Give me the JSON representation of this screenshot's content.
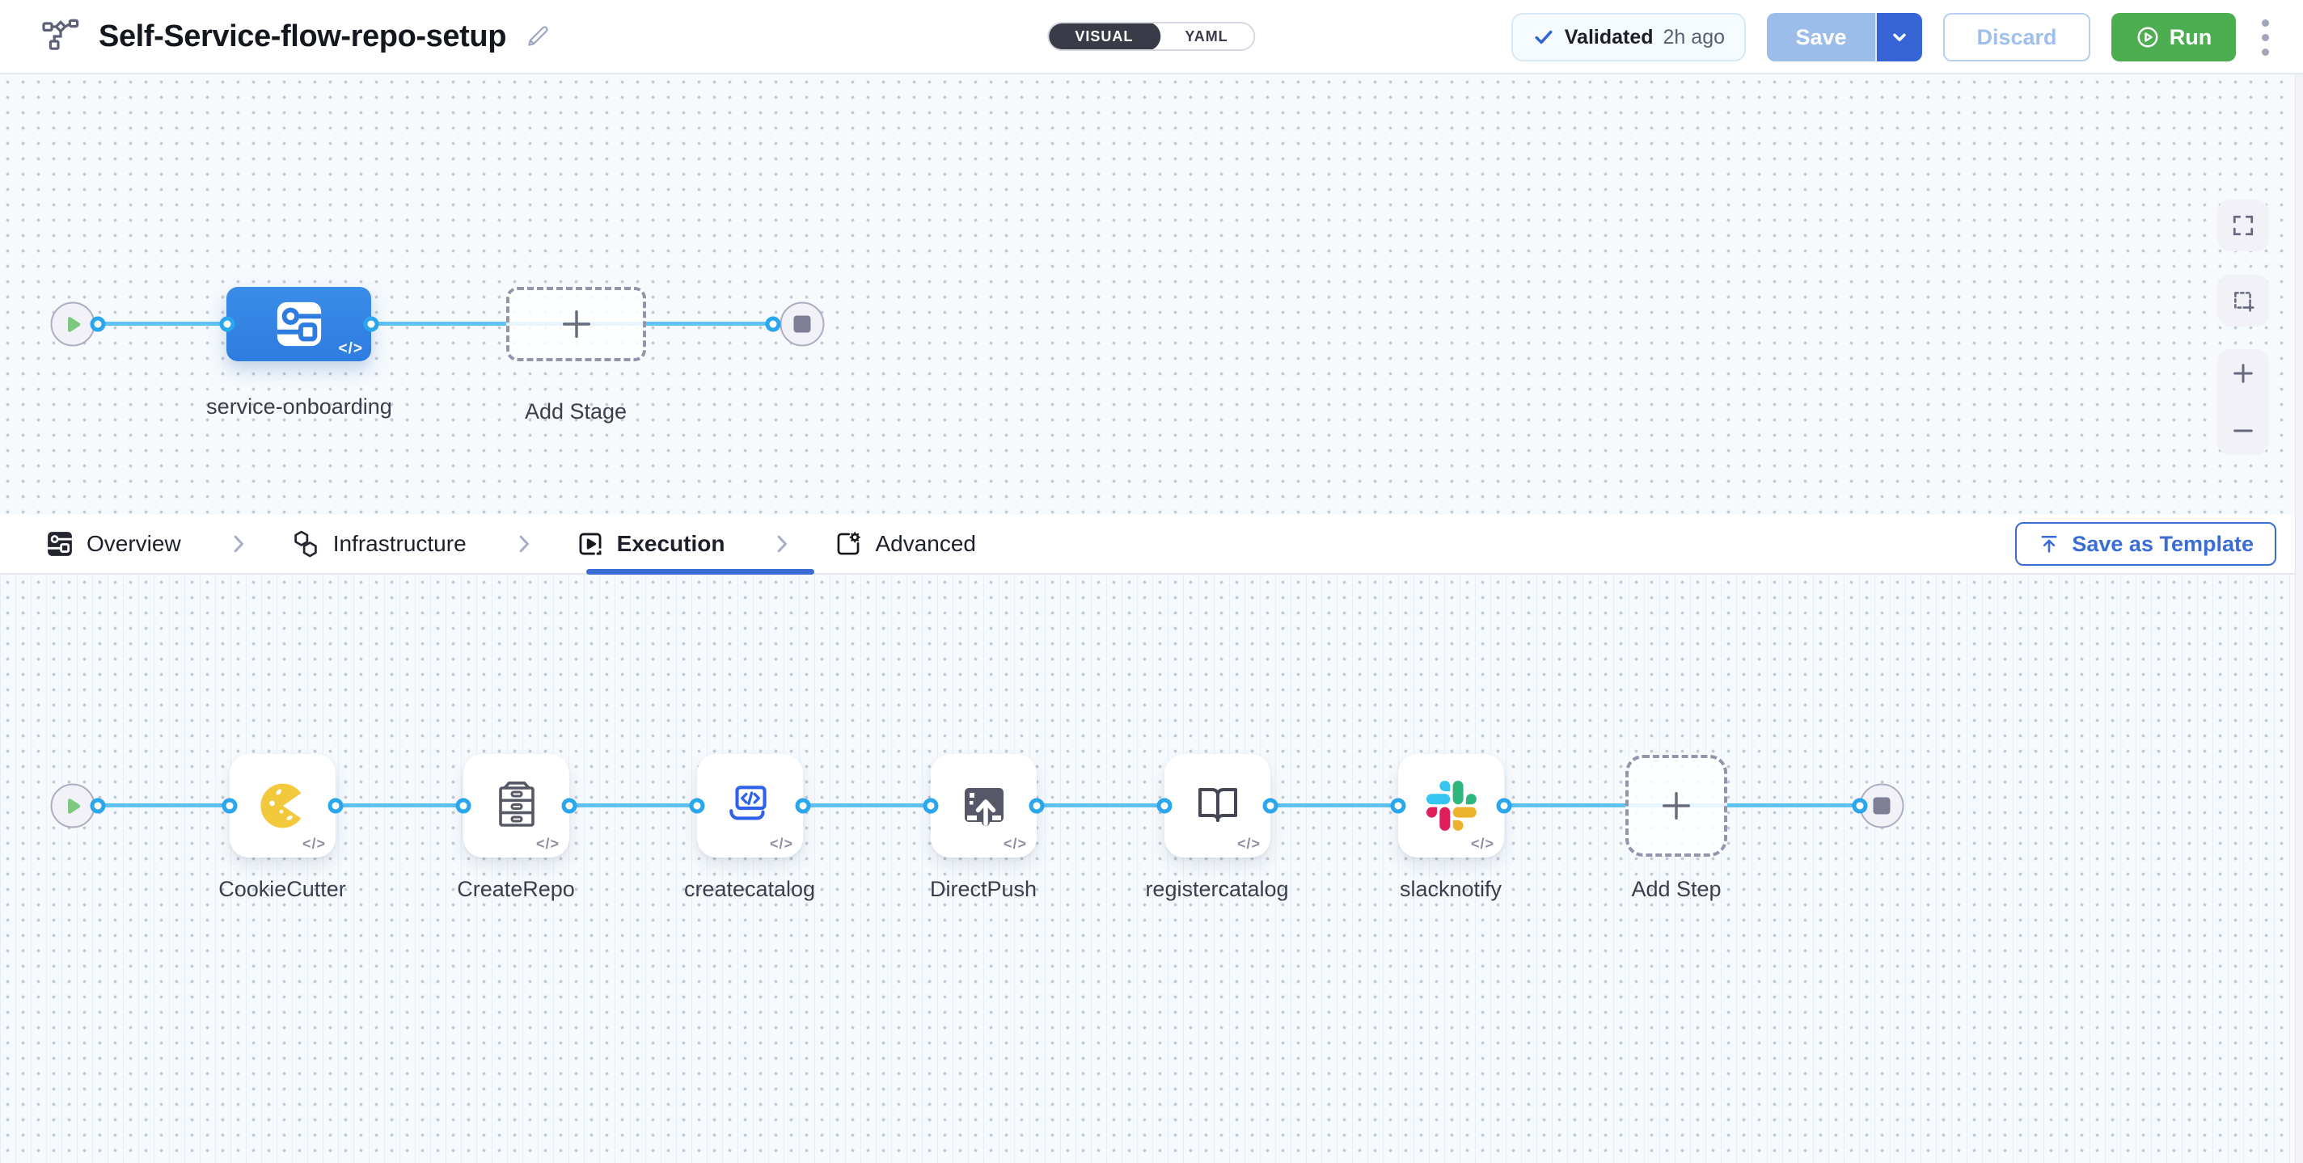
{
  "header": {
    "title": "Self-Service-flow-repo-setup",
    "toggle": {
      "visual": "VISUAL",
      "yaml": "YAML"
    },
    "validated_label": "Validated",
    "validated_time": "2h ago",
    "save_label": "Save",
    "discard_label": "Discard",
    "run_label": "Run"
  },
  "stage_flow": {
    "stage_label": "service-onboarding",
    "add_stage_label": "Add Stage",
    "code_badge": "</>"
  },
  "tabs": [
    {
      "label": "Overview"
    },
    {
      "label": "Infrastructure"
    },
    {
      "label": "Execution"
    },
    {
      "label": "Advanced"
    }
  ],
  "toolbar": {
    "save_as_template": "Save as Template"
  },
  "execution_flow": {
    "steps": [
      "CookieCutter",
      "CreateRepo",
      "createcatalog",
      "DirectPush",
      "registercatalog",
      "slacknotify"
    ],
    "add_step_label": "Add Step",
    "code_badge": "</>"
  },
  "colors": {
    "accent_blue": "#3b6cd4",
    "stage_blue": "#317fe0",
    "line_blue": "#5fc1f4",
    "run_green": "#4cae50",
    "slack": [
      "#36C5F0",
      "#2EB67D",
      "#E01E5A",
      "#ECB22E"
    ]
  }
}
